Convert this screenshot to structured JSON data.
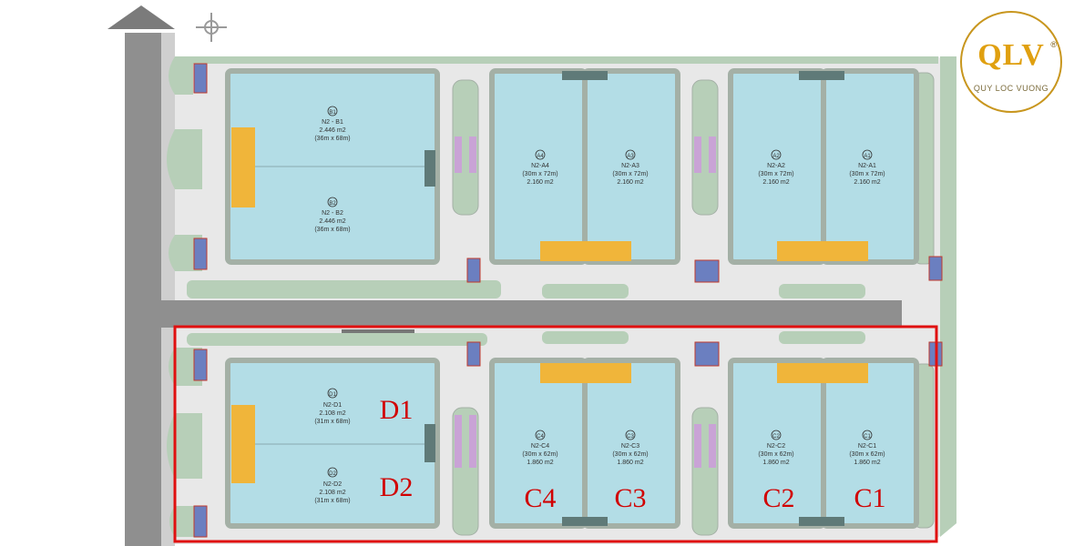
{
  "logo": {
    "mark": "QLV",
    "reg": "®",
    "subtitle": "QUY LOC VUONG"
  },
  "roads": {
    "connector": ""
  },
  "units": [
    {
      "id": "B1",
      "code": "N2 - B1",
      "area": "2.446 m2",
      "dims": "(36m x 68m)"
    },
    {
      "id": "B2",
      "code": "N2 - B2",
      "area": "2.446 m2",
      "dims": "(36m x 68m)"
    },
    {
      "id": "A4",
      "code": "N2-A4",
      "area": "2.160 m2",
      "dims": "(30m x 72m)"
    },
    {
      "id": "A3",
      "code": "N2-A3",
      "area": "2.160 m2",
      "dims": "(30m x 72m)"
    },
    {
      "id": "A2",
      "code": "N2-A2",
      "area": "2.160 m2",
      "dims": "(30m x 72m)"
    },
    {
      "id": "A1",
      "code": "N2-A1",
      "area": "2.160 m2",
      "dims": "(30m x 72m)"
    },
    {
      "id": "D1",
      "code": "N2-D1",
      "area": "2.108 m2",
      "dims": "(31m x 68m)"
    },
    {
      "id": "D2",
      "code": "N2-D2",
      "area": "2.108 m2",
      "dims": "(31m x 68m)"
    },
    {
      "id": "C4",
      "code": "N2-C4",
      "area": "1.860 m2",
      "dims": "(30m x 62m)"
    },
    {
      "id": "C3",
      "code": "N2-C3",
      "area": "1.860 m2",
      "dims": "(30m x 62m)"
    },
    {
      "id": "C2",
      "code": "N2-C2",
      "area": "1.860 m2",
      "dims": "(30m x 62m)"
    },
    {
      "id": "C1",
      "code": "N2-C1",
      "area": "1.860 m2",
      "dims": "(30m x 62m)"
    }
  ],
  "highlight_labels": [
    "D1",
    "D2",
    "C4",
    "C3",
    "C2",
    "C1"
  ],
  "colors": {
    "road": "#8f8f8f",
    "pavement": "#e8e8e8",
    "green": "#b7cfb8",
    "building": "#b3dde6",
    "building_border": "#a4b0a6",
    "yellow": "#f0b53a",
    "dock": "#5f7a78",
    "highlight": "#e01010",
    "label_red": "#d10000"
  }
}
